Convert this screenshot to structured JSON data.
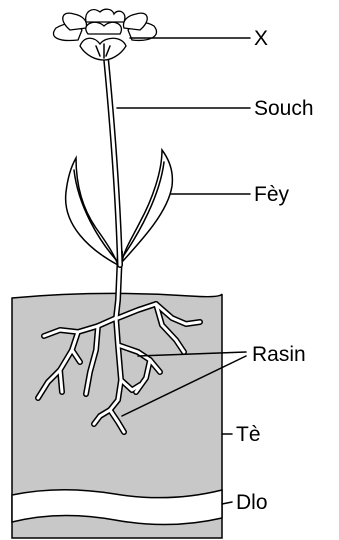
{
  "labels": {
    "flower": "X",
    "stem": "Souch",
    "leaves": "Fèy",
    "roots": "Rasin",
    "soil": "Tè",
    "water": "Dlo"
  }
}
